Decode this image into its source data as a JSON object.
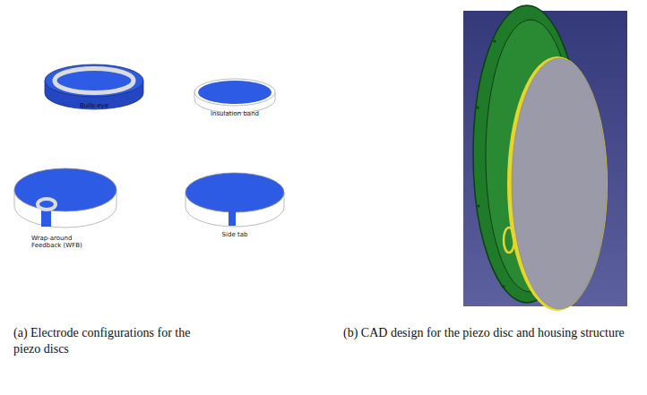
{
  "diagram": {
    "labels": [
      "Bulls-eye",
      "Insulation band",
      "Wrap-around Feedback (WFB)",
      "Side tab",
      "(a) Electrode configurations for the piezo discs",
      "(b) CAD design for the piezo disc and housing structure"
    ]
  }
}
